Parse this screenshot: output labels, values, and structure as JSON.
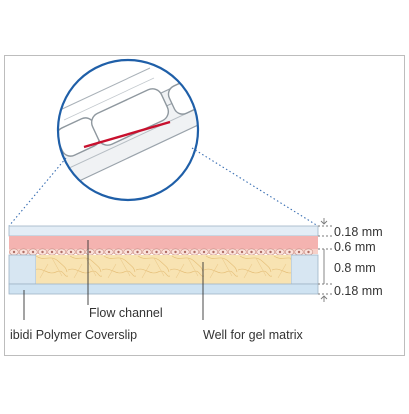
{
  "diagram": {
    "dimensions": {
      "top_lid": "0.18 mm",
      "flow_channel_height": "0.6 mm",
      "gel_well_height": "0.8 mm",
      "bottom_coverslip": "0.18 mm"
    },
    "labels": {
      "flow_channel": "Flow channel",
      "coverslip": "ibidi Polymer Coverslip",
      "gel_well": "Well for gel matrix"
    },
    "colors": {
      "magnifier_ring": "#1f5fa8",
      "section_cut": "#c8102e",
      "flow_channel": "#f4b3b0",
      "cell_layer": "#f6d0c8",
      "gel_matrix": "#f8e3b2",
      "coverslip": "#cfe3f2",
      "dotted_guides": "#3a6fb3"
    }
  }
}
